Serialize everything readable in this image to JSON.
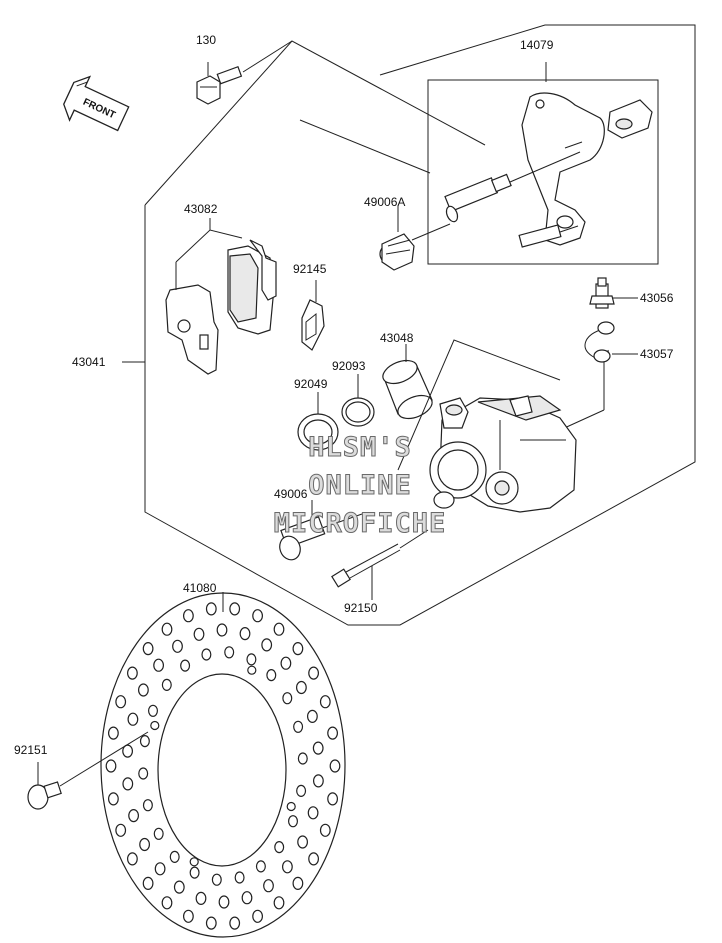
{
  "watermark": {
    "line1": "HLSM'S",
    "line2": "ONLINE",
    "line3": "MICROFICHE"
  },
  "front_arrow": {
    "label": "FRONT"
  },
  "parts": [
    {
      "id": "p130",
      "number": "130",
      "name": "bolt"
    },
    {
      "id": "p14079",
      "number": "14079",
      "name": "caliper-bracket"
    },
    {
      "id": "p49006A",
      "number": "49006A",
      "name": "pin-boot"
    },
    {
      "id": "p43082",
      "number": "43082",
      "name": "brake-pad-set"
    },
    {
      "id": "p92145",
      "number": "92145",
      "name": "pad-spring"
    },
    {
      "id": "p43056",
      "number": "43056",
      "name": "bleed-valve"
    },
    {
      "id": "p43057",
      "number": "43057",
      "name": "bleed-cap"
    },
    {
      "id": "p43041",
      "number": "43041",
      "name": "caliper-assembly"
    },
    {
      "id": "p43048",
      "number": "43048",
      "name": "piston"
    },
    {
      "id": "p92093",
      "number": "92093",
      "name": "seal"
    },
    {
      "id": "p92049",
      "number": "92049",
      "name": "dust-seal"
    },
    {
      "id": "p49006",
      "number": "49006",
      "name": "pin-boot"
    },
    {
      "id": "p92150",
      "number": "92150",
      "name": "caliper-bolt"
    },
    {
      "id": "p41080",
      "number": "41080",
      "name": "brake-disc"
    },
    {
      "id": "p92151",
      "number": "92151",
      "name": "disc-bolt"
    }
  ]
}
